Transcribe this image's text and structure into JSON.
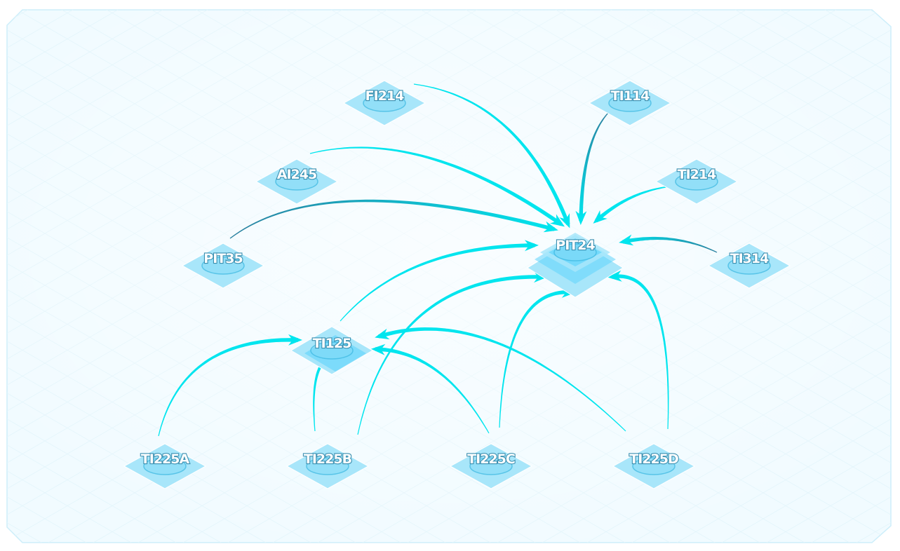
{
  "diagram": {
    "nodes": [
      {
        "id": "FI214",
        "label": "FI214",
        "size": "small"
      },
      {
        "id": "TI114",
        "label": "TI114",
        "size": "small"
      },
      {
        "id": "AI245",
        "label": "AI245",
        "size": "small"
      },
      {
        "id": "TI214",
        "label": "TI214",
        "size": "small"
      },
      {
        "id": "PIT35",
        "label": "PIT35",
        "size": "small"
      },
      {
        "id": "PIT24",
        "label": "PIT24",
        "size": "large"
      },
      {
        "id": "TI314",
        "label": "TI314",
        "size": "small"
      },
      {
        "id": "TI125",
        "label": "TI125",
        "size": "medium"
      },
      {
        "id": "TI225A",
        "label": "TI225A",
        "size": "small"
      },
      {
        "id": "TI225B",
        "label": "TI225B",
        "size": "small"
      },
      {
        "id": "TI225C",
        "label": "TI225C",
        "size": "small"
      },
      {
        "id": "TI225D",
        "label": "TI225D",
        "size": "small"
      }
    ],
    "edges": [
      {
        "from": "FI214",
        "to": "PIT24"
      },
      {
        "from": "TI114",
        "to": "PIT24"
      },
      {
        "from": "AI245",
        "to": "PIT24"
      },
      {
        "from": "TI214",
        "to": "PIT24"
      },
      {
        "from": "PIT35",
        "to": "PIT24"
      },
      {
        "from": "TI314",
        "to": "PIT24"
      },
      {
        "from": "TI125",
        "to": "PIT24"
      },
      {
        "from": "TI225A",
        "to": "TI125"
      },
      {
        "from": "TI225B",
        "to": "TI125"
      },
      {
        "from": "TI225B",
        "to": "PIT24"
      },
      {
        "from": "TI225C",
        "to": "TI125"
      },
      {
        "from": "TI225C",
        "to": "PIT24"
      },
      {
        "from": "TI225D",
        "to": "TI125"
      },
      {
        "from": "TI225D",
        "to": "PIT24"
      }
    ],
    "colors": {
      "edge": "#00e5ee",
      "edge_dark": "#2a7f9e",
      "tile": "#a8e6fa",
      "tile_center": "#5fd4fb",
      "panel": "#f1fbff",
      "panel_border": "#cdeefa"
    }
  }
}
